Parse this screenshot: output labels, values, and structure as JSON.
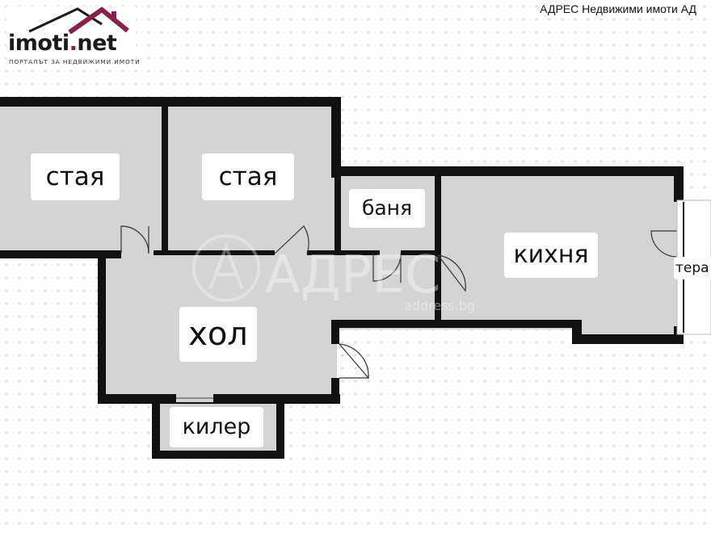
{
  "logo": {
    "name_main": "imoti",
    "name_dot": ".",
    "name_tld": "net",
    "tagline": "ПОРТАЛЪТ ЗА НЕДВИЖИМИ ИМОТИ",
    "brand_color": "#8a1f4e"
  },
  "agency": {
    "name": "АДРЕС Недвижими имоти АД"
  },
  "watermark": {
    "text": "АДРЕС",
    "url": "address.bg"
  },
  "rooms": {
    "room1": "стая",
    "room2": "стая",
    "bathroom": "баня",
    "kitchen": "кихня",
    "hall": "хол",
    "pantry": "килер",
    "terrace": "тера"
  },
  "colors": {
    "wall": "#111111",
    "floor": "#d4d4d4",
    "terrace_floor": "#ffffff"
  }
}
